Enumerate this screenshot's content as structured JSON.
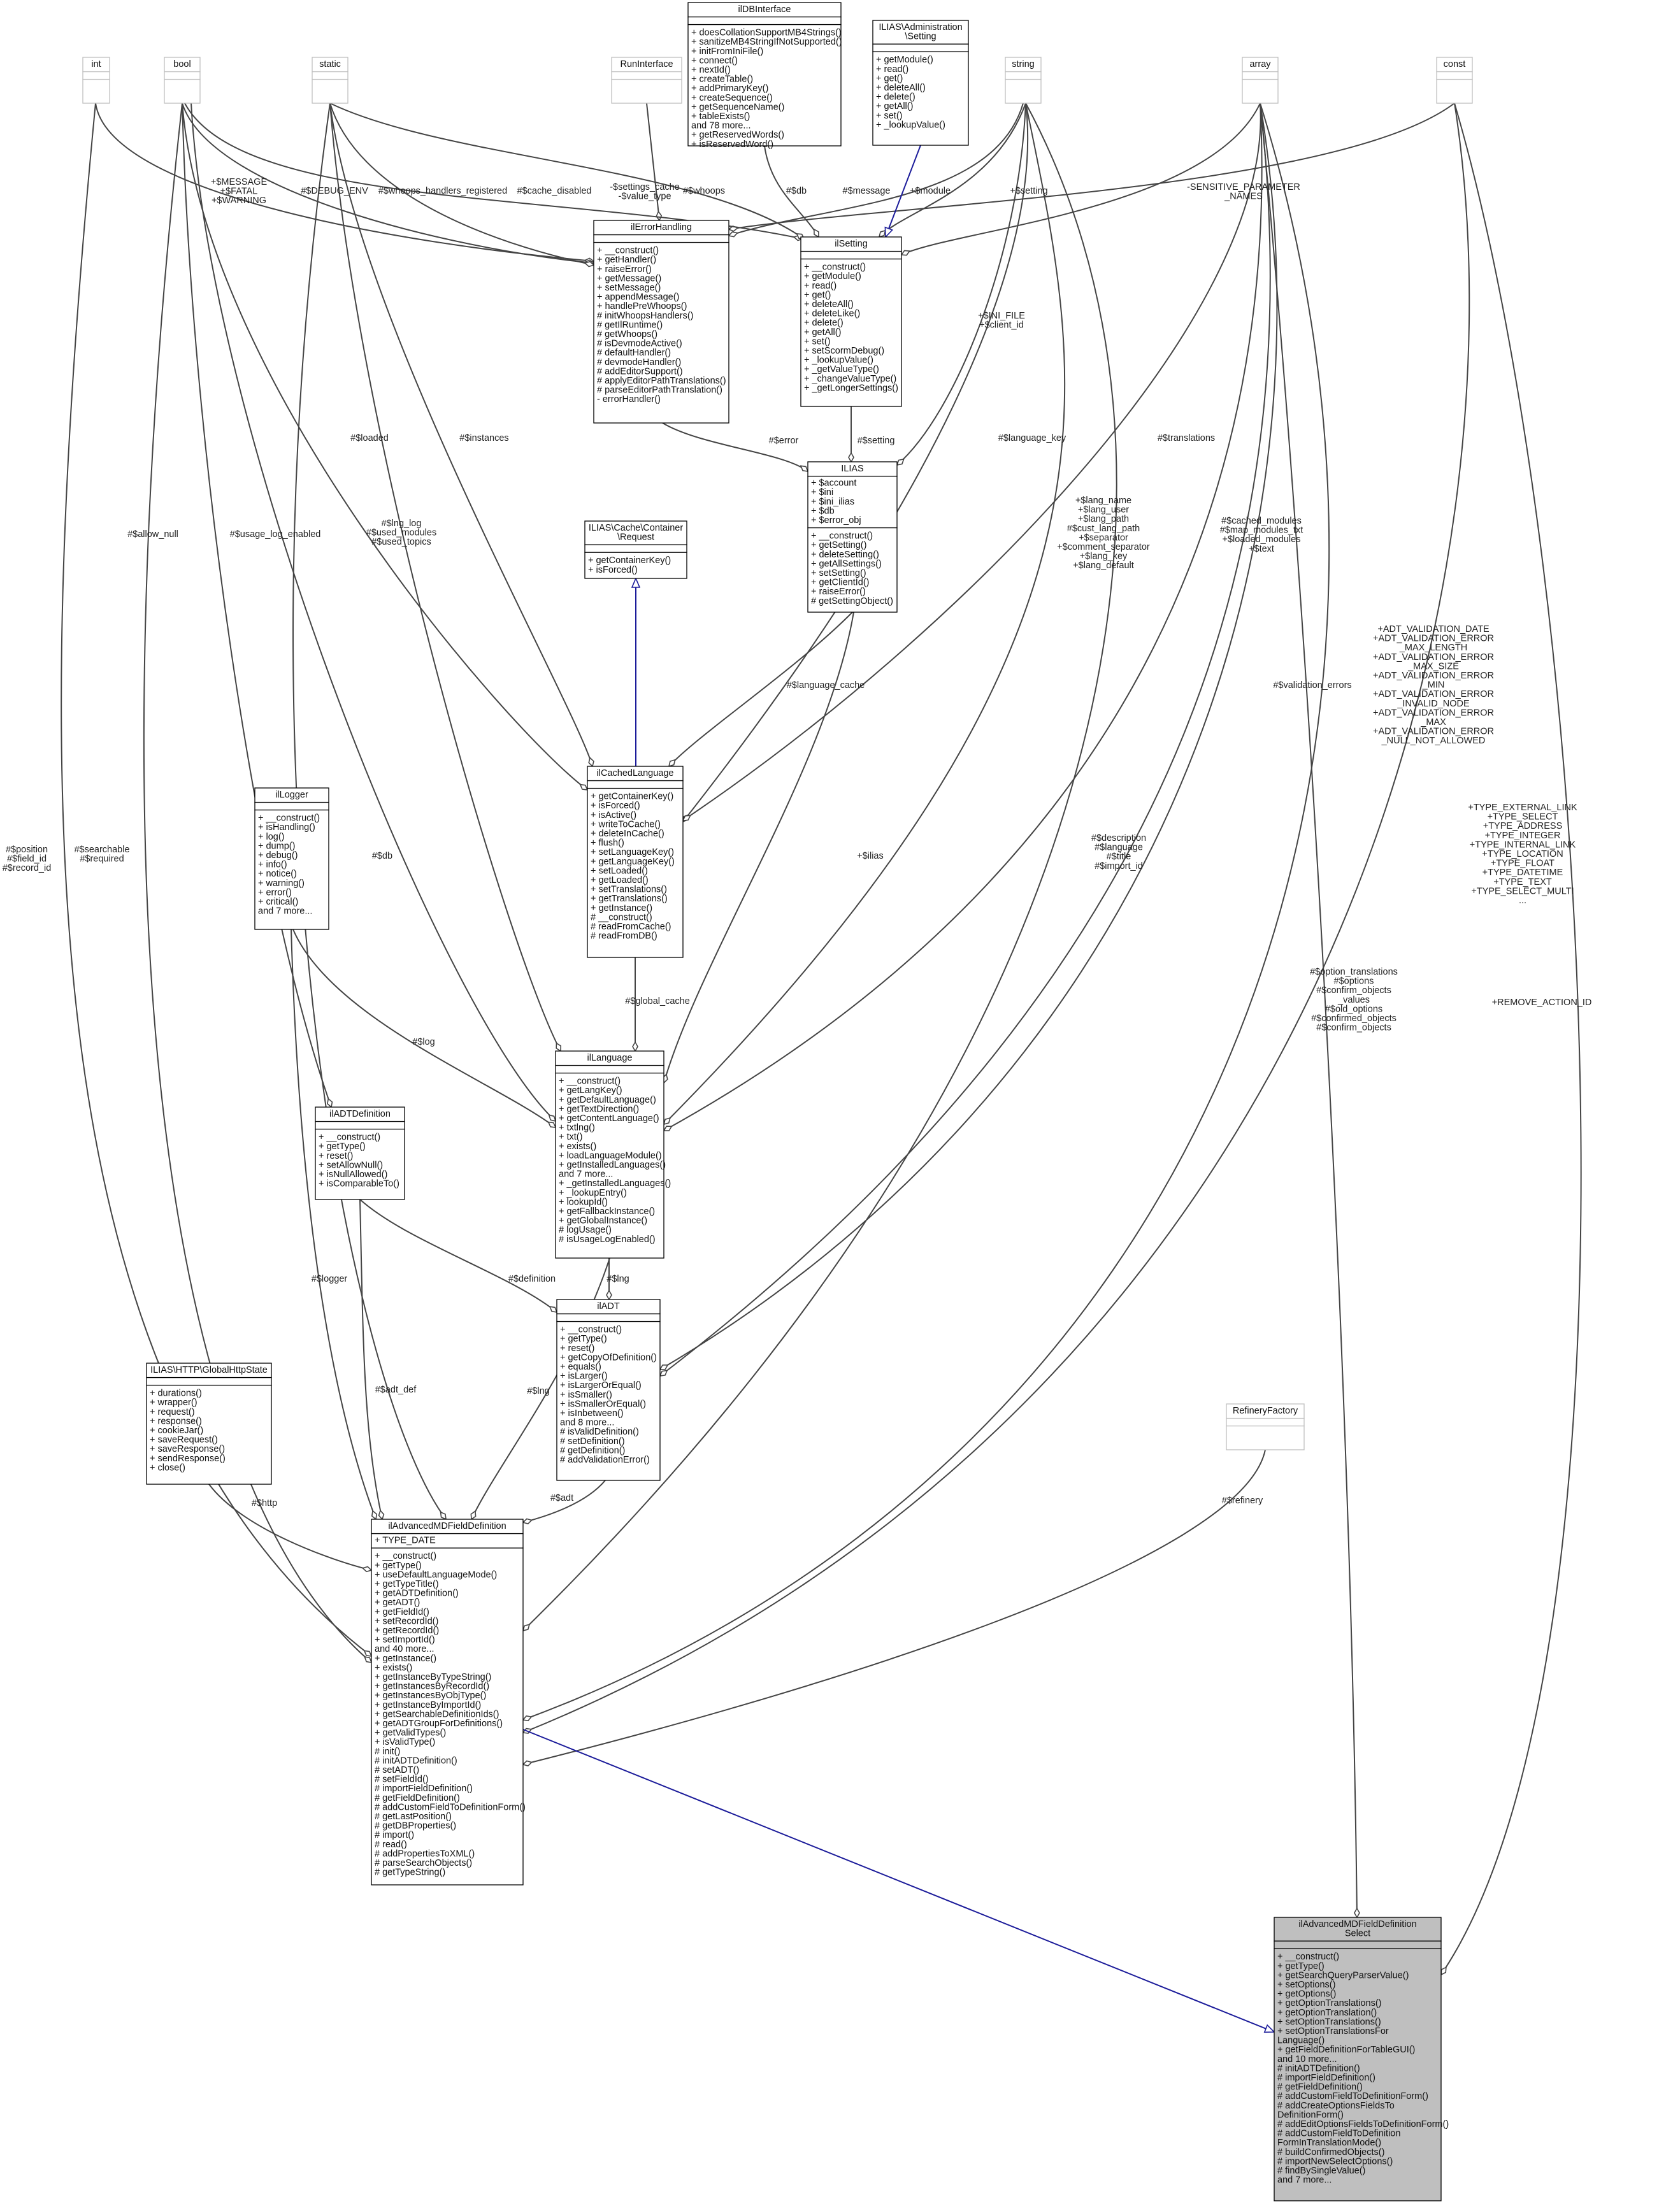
{
  "classes": [
    {
      "id": "int",
      "title": [
        "int"
      ],
      "external": true
    },
    {
      "id": "bool",
      "title": [
        "bool"
      ],
      "external": true
    },
    {
      "id": "static",
      "title": [
        "static"
      ],
      "external": true
    },
    {
      "id": "RunInterface",
      "title": [
        "RunInterface"
      ],
      "external": true
    },
    {
      "id": "ilDBInterface",
      "title": [
        "ilDBInterface"
      ],
      "attrs": [],
      "methods": [
        "+ doesCollationSupportMB4Strings()",
        "+ sanitizeMB4StringIfNotSupported()",
        "+ initFromIniFile()",
        "+ connect()",
        "+ nextId()",
        "+ createTable()",
        "+ addPrimaryKey()",
        "+ createSequence()",
        "+ getSequenceName()",
        "+ tableExists()",
        "and 78 more...",
        "+ getReservedWords()",
        "+ isReservedWord()"
      ]
    },
    {
      "id": "ilSettingIface",
      "title": [
        "ILIAS\\Administration",
        "\\Setting"
      ],
      "attrs": [],
      "methods": [
        "+ getModule()",
        "+ read()",
        "+ get()",
        "+ deleteAll()",
        "+ delete()",
        "+ getAll()",
        "+ set()",
        "+ _lookupValue()"
      ]
    },
    {
      "id": "string",
      "title": [
        "string"
      ],
      "external": true
    },
    {
      "id": "array",
      "title": [
        "array"
      ],
      "external": true
    },
    {
      "id": "const",
      "title": [
        "const"
      ],
      "external": true
    },
    {
      "id": "ilErrorHandling",
      "title": [
        "ilErrorHandling"
      ],
      "attrs": [],
      "methods": [
        "+ __construct()",
        "+ getHandler()",
        "+ raiseError()",
        "+ getMessage()",
        "+ setMessage()",
        "+ appendMessage()",
        "+ handlePreWhoops()",
        "# initWhoopsHandlers()",
        "# getIlRuntime()",
        "# getWhoops()",
        "# isDevmodeActive()",
        "# defaultHandler()",
        "# devmodeHandler()",
        "# addEditorSupport()",
        "# applyEditorPathTranslations()",
        "# parseEditorPathTranslation()",
        "- errorHandler()"
      ]
    },
    {
      "id": "ilSetting",
      "title": [
        "ilSetting"
      ],
      "attrs": [],
      "methods": [
        "+ __construct()",
        "+ getModule()",
        "+ read()",
        "+ get()",
        "+ deleteAll()",
        "+ deleteLike()",
        "+ delete()",
        "+ getAll()",
        "+ set()",
        "+ setScormDebug()",
        "+ _lookupValue()",
        "+ _getValueType()",
        "+ _changeValueType()",
        "+ _getLongerSettings()"
      ]
    },
    {
      "id": "ILIAS",
      "title": [
        "ILIAS"
      ],
      "attrs": [
        "+ $account",
        "+ $ini",
        "+ $ini_ilias",
        "+ $db",
        "+ $error_obj"
      ],
      "methods": [
        "+ __construct()",
        "+ getSetting()",
        "+ deleteSetting()",
        "+ getAllSettings()",
        "+ setSetting()",
        "+ getClientId()",
        "+ raiseError()",
        "# getSettingObject()"
      ]
    },
    {
      "id": "CacheRequest",
      "title": [
        "ILIAS\\Cache\\Container",
        "\\Request"
      ],
      "attrs": [],
      "methods": [
        "+ getContainerKey()",
        "+ isForced()"
      ]
    },
    {
      "id": "ilCachedLanguage",
      "title": [
        "ilCachedLanguage"
      ],
      "attrs": [],
      "methods": [
        "+ getContainerKey()",
        "+ isForced()",
        "+ isActive()",
        "+ writeToCache()",
        "+ deleteInCache()",
        "+ flush()",
        "+ setLanguageKey()",
        "+ getLanguageKey()",
        "+ setLoaded()",
        "+ getLoaded()",
        "+ setTranslations()",
        "+ getTranslations()",
        "+ getInstance()",
        "# __construct()",
        "# readFromCache()",
        "# readFromDB()"
      ]
    },
    {
      "id": "ilLogger",
      "title": [
        "ilLogger"
      ],
      "attrs": [],
      "methods": [
        "+ __construct()",
        "+ isHandling()",
        "+ log()",
        "+ dump()",
        "+ debug()",
        "+ info()",
        "+ notice()",
        "+ warning()",
        "+ error()",
        "+ critical()",
        "and 7 more..."
      ]
    },
    {
      "id": "ilLanguage",
      "title": [
        "ilLanguage"
      ],
      "attrs": [],
      "methods": [
        "+ __construct()",
        "+ getLangKey()",
        "+ getDefaultLanguage()",
        "+ getTextDirection()",
        "+ getContentLanguage()",
        "+ txtlng()",
        "+ txt()",
        "+ exists()",
        "+ loadLanguageModule()",
        "+ getInstalledLanguages()",
        "and 7 more...",
        "+ _getInstalledLanguages()",
        "+ _lookupEntry()",
        "+ lookupId()",
        "+ getFallbackInstance()",
        "+ getGlobalInstance()",
        "# logUsage()",
        "# isUsageLogEnabled()"
      ]
    },
    {
      "id": "ilADTDefinition",
      "title": [
        "ilADTDefinition"
      ],
      "attrs": [],
      "methods": [
        "+ __construct()",
        "+ getType()",
        "+ reset()",
        "+ setAllowNull()",
        "+ isNullAllowed()",
        "+ isComparableTo()"
      ]
    },
    {
      "id": "ilADT",
      "title": [
        "ilADT"
      ],
      "attrs": [],
      "methods": [
        "+ __construct()",
        "+ getType()",
        "+ reset()",
        "+ getCopyOfDefinition()",
        "+ equals()",
        "+ isLarger()",
        "+ isLargerOrEqual()",
        "+ isSmaller()",
        "+ isSmallerOrEqual()",
        "+ isInbetween()",
        "and 8 more...",
        "# isValidDefinition()",
        "# setDefinition()",
        "# getDefinition()",
        "# addValidationError()"
      ]
    },
    {
      "id": "GlobalHttpState",
      "title": [
        "ILIAS\\HTTP\\GlobalHttpState"
      ],
      "attrs": [],
      "methods": [
        "+ durations()",
        "+ wrapper()",
        "+ request()",
        "+ response()",
        "+ cookieJar()",
        "+ saveRequest()",
        "+ saveResponse()",
        "+ sendResponse()",
        "+ close()"
      ]
    },
    {
      "id": "RefineryFactory",
      "title": [
        "RefineryFactory"
      ],
      "external": true
    },
    {
      "id": "ilAdvancedMDFieldDefinition",
      "title": [
        "ilAdvancedMDFieldDefinition"
      ],
      "attrs": [
        "+ TYPE_DATE"
      ],
      "methods": [
        "+ __construct()",
        "+ getType()",
        "+ useDefaultLanguageMode()",
        "+ getTypeTitle()",
        "+ getADTDefinition()",
        "+ getADT()",
        "+ getFieldId()",
        "+ setRecordId()",
        "+ getRecordId()",
        "+ setImportId()",
        "and 40 more...",
        "+ getInstance()",
        "+ exists()",
        "+ getInstanceByTypeString()",
        "+ getInstancesByRecordId()",
        "+ getInstancesByObjType()",
        "+ getInstanceByImportId()",
        "+ getSearchableDefinitionIds()",
        "+ getADTGroupForDefinitions()",
        "+ getValidTypes()",
        "+ isValidType()",
        "# init()",
        "# initADTDefinition()",
        "# setADT()",
        "# setFieldId()",
        "# importFieldDefinition()",
        "# getFieldDefinition()",
        "# addCustomFieldToDefinitionForm()",
        "# getLastPosition()",
        "# getDBProperties()",
        "# import()",
        "# read()",
        "# addPropertiesToXML()",
        "# parseSearchObjects()",
        "# getTypeString()"
      ]
    },
    {
      "id": "ilAdvancedMDFieldDefinitionSelect",
      "title": [
        "ilAdvancedMDFieldDefinition",
        "Select"
      ],
      "attrs": [],
      "methods": [
        "+ __construct()",
        "+ getType()",
        "+ getSearchQueryParserValue()",
        "+ setOptions()",
        "+ getOptions()",
        "+ getOptionTranslations()",
        "+ getOptionTranslation()",
        "+ setOptionTranslations()",
        "+ setOptionTranslationsFor",
        "Language()",
        "+ getFieldDefinitionForTableGUI()",
        "and 10 more...",
        "# initADTDefinition()",
        "# importFieldDefinition()",
        "# getFieldDefinition()",
        "# addCustomFieldToDefinitionForm()",
        "# addCreateOptionsFieldsTo",
        "DefinitionForm()",
        "# addEditOptionsFieldsToDefinitionForm()",
        "# addCustomFieldToDefinition",
        "FormInTranslationMode()",
        "# buildConfirmedObjects()",
        "# importNewSelectOptions()",
        "# findBySingleValue()",
        "and 7 more..."
      ]
    }
  ],
  "edge_labels": [
    {
      "id": "l_msg",
      "lines": [
        "+$MESSAGE",
        "+$FATAL",
        "+$WARNING"
      ]
    },
    {
      "id": "l_debug",
      "lines": [
        "#$DEBUG_ENV"
      ]
    },
    {
      "id": "l_whoopsreg",
      "lines": [
        "#$whoops_handlers_registered"
      ]
    },
    {
      "id": "l_cachedis",
      "lines": [
        "#$cache_disabled"
      ]
    },
    {
      "id": "l_setcache",
      "lines": [
        "-$settings_cache",
        "-$value_type"
      ]
    },
    {
      "id": "l_whoops",
      "lines": [
        "#$whoops"
      ]
    },
    {
      "id": "l_sdb",
      "lines": [
        "#$db"
      ]
    },
    {
      "id": "l_message",
      "lines": [
        "#$message"
      ]
    },
    {
      "id": "l_module",
      "lines": [
        "+$module"
      ]
    },
    {
      "id": "l_setting",
      "lines": [
        "+$setting"
      ]
    },
    {
      "id": "l_sens",
      "lines": [
        "-SENSITIVE_PARAMETER",
        "_NAMES"
      ]
    },
    {
      "id": "l_inifile",
      "lines": [
        "+$INI_FILE",
        "+$client_id"
      ]
    },
    {
      "id": "l_error",
      "lines": [
        "#$error"
      ]
    },
    {
      "id": "l_isetting",
      "lines": [
        "#$setting"
      ]
    },
    {
      "id": "l_loaded",
      "lines": [
        "#$loaded"
      ]
    },
    {
      "id": "l_instances",
      "lines": [
        "#$instances"
      ]
    },
    {
      "id": "l_langkey",
      "lines": [
        "#$language_key"
      ]
    },
    {
      "id": "l_translations",
      "lines": [
        "#$translations"
      ]
    },
    {
      "id": "l_langname",
      "lines": [
        "+$lang_name",
        "+$lang_user",
        "+$lang_path",
        "#$cust_lang_path",
        "+$separator",
        "+$comment_separator",
        "+$lang_key",
        "+$lang_default"
      ]
    },
    {
      "id": "l_cachedmod",
      "lines": [
        "#$cached_modules",
        "#$map_modules_txt",
        "+$loaded_modules",
        "+$text"
      ]
    },
    {
      "id": "l_adtconst",
      "lines": [
        "+ADT_VALIDATION_DATE",
        "+ADT_VALIDATION_ERROR",
        "_MAX_LENGTH",
        "+ADT_VALIDATION_ERROR",
        "_MAX_SIZE",
        "+ADT_VALIDATION_ERROR",
        "_MIN",
        "+ADT_VALIDATION_ERROR",
        "_INVALID_NODE",
        "+ADT_VALIDATION_ERROR",
        "_MAX",
        "+ADT_VALIDATION_ERROR",
        "_NULL_NOT_ALLOWED"
      ]
    },
    {
      "id": "l_lnglog",
      "lines": [
        "#$lng_log",
        "#$used_modules",
        "#$used_topics"
      ]
    },
    {
      "id": "l_allownull",
      "lines": [
        "#$allow_null"
      ]
    },
    {
      "id": "l_usagelog",
      "lines": [
        "#$usage_log_enabled"
      ]
    },
    {
      "id": "l_langcache",
      "lines": [
        "#$language_cache"
      ]
    },
    {
      "id": "l_valerr",
      "lines": [
        "#$validation_errors"
      ]
    },
    {
      "id": "l_typeext",
      "lines": [
        "+TYPE_EXTERNAL_LINK",
        "+TYPE_SELECT",
        "+TYPE_ADDRESS",
        "+TYPE_INTEGER",
        "+TYPE_INTERNAL_LINK",
        "+TYPE_LOCATION",
        "+TYPE_FLOAT",
        "+TYPE_DATETIME",
        "+TYPE_TEXT",
        "+TYPE_SELECT_MULTI",
        "..."
      ]
    },
    {
      "id": "l_position",
      "lines": [
        "#$position",
        "#$field_id",
        "#$record_id"
      ]
    },
    {
      "id": "l_searchable",
      "lines": [
        "#$searchable",
        "#$required"
      ]
    },
    {
      "id": "l_db",
      "lines": [
        "#$db"
      ]
    },
    {
      "id": "l_ilias",
      "lines": [
        "+$ilias"
      ]
    },
    {
      "id": "l_desc",
      "lines": [
        "#$description",
        "#$language",
        "#$title",
        "#$import_id"
      ]
    },
    {
      "id": "l_opttrans",
      "lines": [
        "#$option_translations",
        "#$options",
        "#$confirm_objects",
        "_values",
        "#$old_options",
        "#$confirmed_objects",
        "#$confirm_objects"
      ]
    },
    {
      "id": "l_removeaction",
      "lines": [
        "+REMOVE_ACTION_ID"
      ]
    },
    {
      "id": "l_globalcache",
      "lines": [
        "#$global_cache"
      ]
    },
    {
      "id": "l_log",
      "lines": [
        "#$log"
      ]
    },
    {
      "id": "l_lng",
      "lines": [
        "#$lng"
      ]
    },
    {
      "id": "l_definition",
      "lines": [
        "#$definition"
      ]
    },
    {
      "id": "l_logger",
      "lines": [
        "#$logger"
      ]
    },
    {
      "id": "l_adtdef",
      "lines": [
        "#$adt_def"
      ]
    },
    {
      "id": "l_lng2",
      "lines": [
        "#$lng"
      ]
    },
    {
      "id": "l_adt",
      "lines": [
        "#$adt"
      ]
    },
    {
      "id": "l_http",
      "lines": [
        "#$http"
      ]
    },
    {
      "id": "l_refinery",
      "lines": [
        "#$refinery"
      ]
    }
  ],
  "colors": {
    "highlight_fill": "#bfbfbf",
    "box_stroke": "#000000",
    "external_stroke": "#bfbfbf",
    "edge": "#444444",
    "inheritance": "#1b1b9a"
  }
}
